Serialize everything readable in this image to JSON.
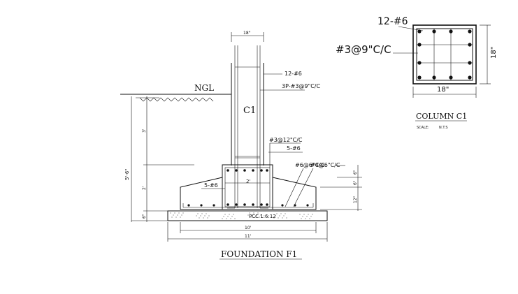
{
  "column_section": {
    "bar_label": "12-#6",
    "tie_label": "#3@9\"C/C",
    "width_label": "18\"",
    "depth_label": "18\"",
    "title": "COLUMN C1",
    "scale_label": "SCALE:",
    "scale_value": "N.T.S"
  },
  "foundation": {
    "column_width_label": "18\"",
    "ngl_label": "NGL",
    "column_label": "C1",
    "column_bars_label": "12-#6",
    "column_ties_label": "3P-#3@9\"C/C",
    "pedestal_ties_label": "#3@12\"C/C",
    "pedestal_bars_label": "5-#6",
    "bottom_mesh_label": "#6@6\"C/C",
    "top_mesh_label": "#4@6\"C/C",
    "left_bars_label": "5-#6",
    "pedestal_width_label": "2'",
    "height_total_label": "5'-6\"",
    "height_upper_label": "3'",
    "height_mid_label": "2'",
    "height_pcc_label": "6\"",
    "right_dim_1": "6\"",
    "right_dim_2": "6\"",
    "right_dim_3": "12\"",
    "pcc_label": "PCC 1:6:12",
    "footing_width_label": "10'",
    "pcc_width_label": "11'",
    "title": "FOUNDATION F1"
  }
}
